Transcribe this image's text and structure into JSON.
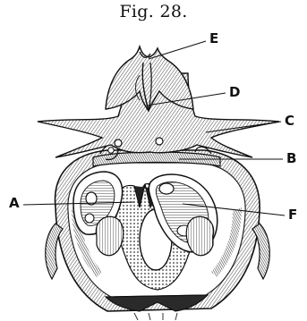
{
  "figure": {
    "title": "Fig. 28."
  },
  "labels": {
    "A": "A",
    "B": "B",
    "C": "C",
    "D": "D",
    "E": "E",
    "F": "F"
  },
  "colors": {
    "ink": "#111111",
    "hatch": "#9a9a9a",
    "dark": "#2a2a2a"
  }
}
